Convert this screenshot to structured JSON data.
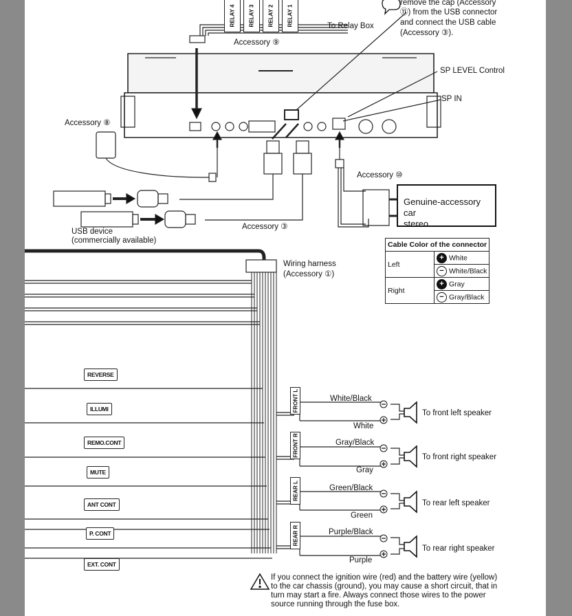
{
  "relays": [
    "RELAY 4",
    "RELAY 3",
    "RELAY 2",
    "RELAY 1"
  ],
  "labels": {
    "to_relay_box": "To Relay Box",
    "accessory_9": "Accessory ⑨",
    "accessory_8": "Accessory ⑧",
    "accessory_3": "Accessory ③",
    "accessory_10": "Accessory ⑩",
    "usb_note": [
      "remove the cap (Accessory",
      "⑪) from the USB connector",
      "and connect the USB cable",
      "(Accessory ③)."
    ],
    "sp_level": "SP LEVEL Control",
    "sp_in": "SP IN",
    "usb_device": [
      "USB device",
      "(commercially available)"
    ],
    "wiring_harness": [
      "Wiring harness",
      "(Accessory ①)"
    ],
    "stereo": [
      "Genuine-accessory car",
      "stereo"
    ]
  },
  "cable_table": {
    "header": "Cable Color of the connector",
    "rows": [
      {
        "side": "Left",
        "plus": "White",
        "minus": "White/Black"
      },
      {
        "side": "Right",
        "plus": "Gray",
        "minus": "Gray/Black"
      }
    ]
  },
  "wire_labels": [
    "REVERSE",
    "ILLUMI",
    "REMO.CONT",
    "MUTE",
    "ANT CONT",
    "P. CONT",
    "EXT. CONT"
  ],
  "speakers": [
    {
      "tag": "FRONT L",
      "neg": "White/Black",
      "pos": "White",
      "dest": "To front left speaker"
    },
    {
      "tag": "FRONT R",
      "neg": "Gray/Black",
      "pos": "Gray",
      "dest": "To front right speaker"
    },
    {
      "tag": "REAR L",
      "neg": "Green/Black",
      "pos": "Green",
      "dest": "To rear left speaker"
    },
    {
      "tag": "REAR R",
      "neg": "Purple/Black",
      "pos": "Purple",
      "dest": "To rear right speaker"
    }
  ],
  "warning": "If you connect the ignition wire (red) and the battery wire (yellow) to the car chassis (ground), you may cause a short circuit, that in turn may start a fire. Always connect those wires to the power source running through the fuse box.",
  "icons": [
    "note-icon",
    "warning-icon",
    "speaker-icon",
    "plus-icon",
    "minus-icon"
  ]
}
